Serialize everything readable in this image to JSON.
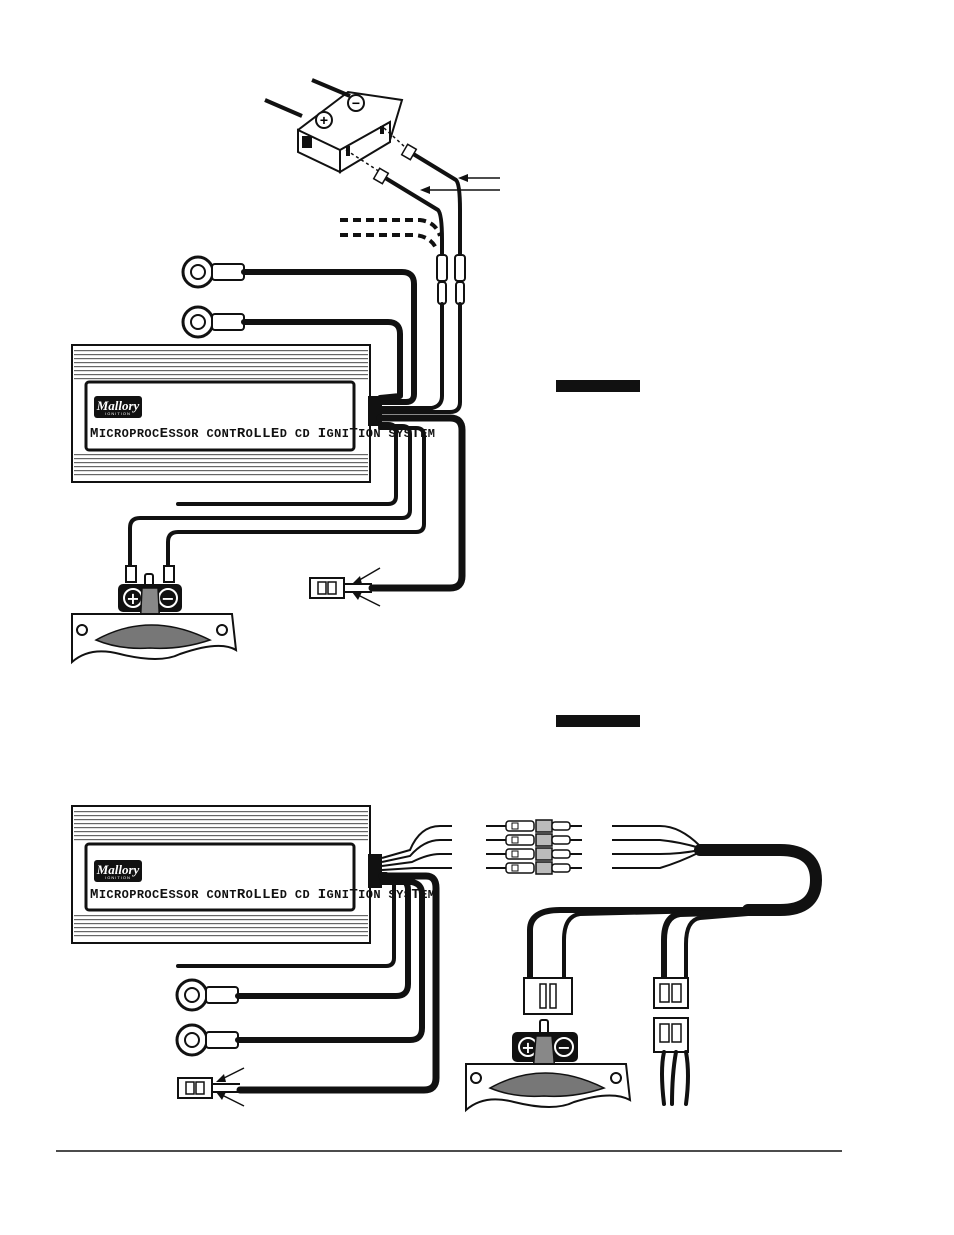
{
  "modules": {
    "top": {
      "brand": "Mallory",
      "brand_sub": "IGNITION",
      "caption_parts": [
        {
          "t": "M",
          "big": true
        },
        {
          "t": "ICROPROC"
        },
        {
          "t": "E",
          "big": true
        },
        {
          "t": "SSOR CONT"
        },
        {
          "t": "R",
          "big": true
        },
        {
          "t": "O"
        },
        {
          "t": "LL",
          "big": true
        },
        {
          "t": "E",
          "big": true
        },
        {
          "t": "D CD "
        },
        {
          "t": "I",
          "big": true
        },
        {
          "t": "GNI"
        },
        {
          "t": "T",
          "big": true
        },
        {
          "t": "ION SYS"
        },
        {
          "t": "T",
          "big": true
        },
        {
          "t": "EM"
        }
      ]
    },
    "bottom": {
      "brand": "Mallory",
      "brand_sub": "IGNITION",
      "caption_parts": [
        {
          "t": "M",
          "big": true
        },
        {
          "t": "ICROPROC"
        },
        {
          "t": "E",
          "big": true
        },
        {
          "t": "SSOR CONT"
        },
        {
          "t": "R",
          "big": true
        },
        {
          "t": "O"
        },
        {
          "t": "LL",
          "big": true
        },
        {
          "t": "E",
          "big": true
        },
        {
          "t": "D CD "
        },
        {
          "t": "I",
          "big": true
        },
        {
          "t": "GNI"
        },
        {
          "t": "T",
          "big": true
        },
        {
          "t": "ION SYS"
        },
        {
          "t": "T",
          "big": true
        },
        {
          "t": "EM"
        }
      ]
    }
  },
  "battery": {
    "plus_symbol": "+",
    "minus_symbol": "−"
  },
  "coils": {
    "top": {
      "plus_symbol": "+",
      "minus_symbol": "−"
    },
    "bottom": {
      "plus_symbol": "+",
      "minus_symbol": "−"
    }
  },
  "colors": {
    "wire": "#111111",
    "stripe": "#666666",
    "background": "#ffffff"
  }
}
